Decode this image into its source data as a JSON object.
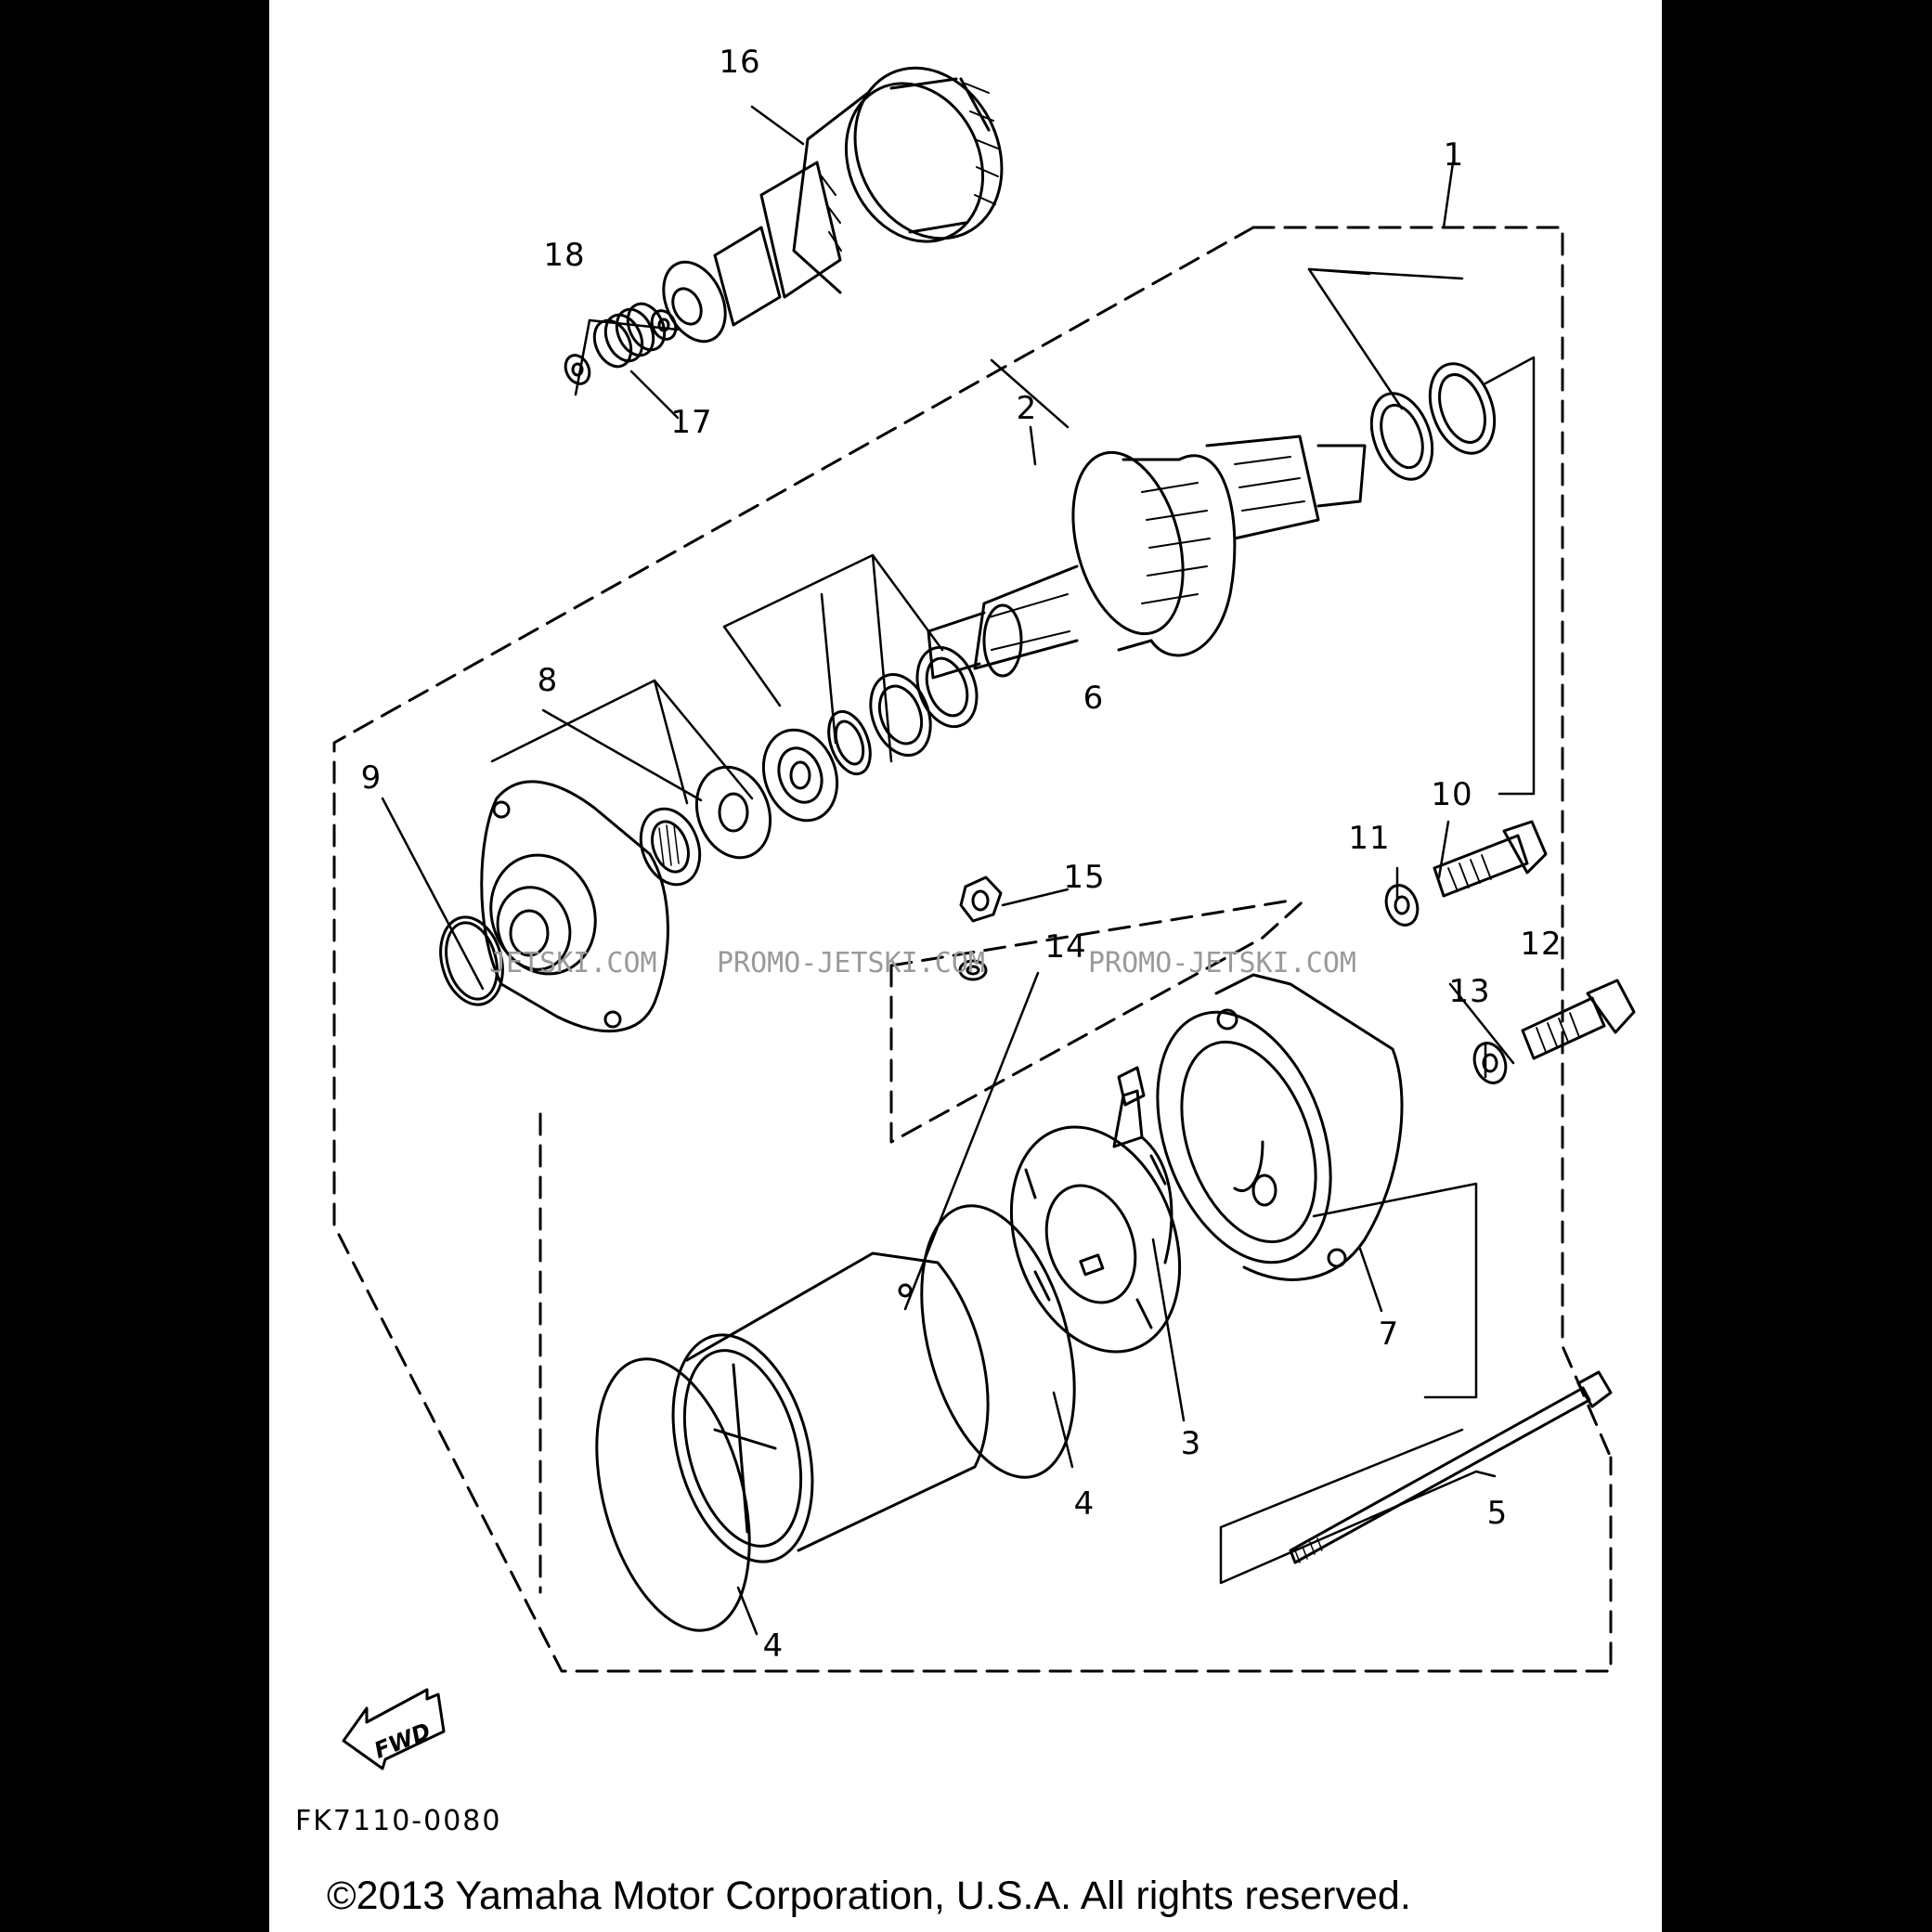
{
  "diagram": {
    "code": "FK7110-0080",
    "copyright": "©2013 Yamaha Motor Corporation, U.S.A. All rights reserved.",
    "fwd_label": "FWD",
    "watermarks": [
      "JETSKI.COM",
      "PROMO-JETSKI.COM",
      "PROMO-JETSKI.COM"
    ],
    "callouts": [
      "1",
      "2",
      "3",
      "4",
      "4",
      "5",
      "6",
      "7",
      "8",
      "9",
      "10",
      "11",
      "12",
      "13",
      "14",
      "15",
      "16",
      "17",
      "18"
    ]
  }
}
